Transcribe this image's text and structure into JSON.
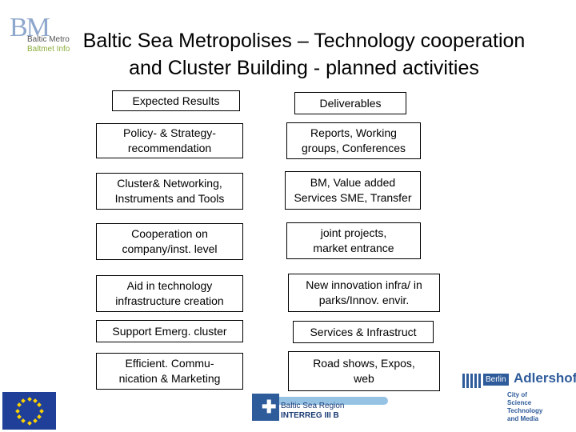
{
  "logo": {
    "mark": "BM",
    "line1": "Baltic Metro",
    "line2": "Baltmet Info",
    "color": "#8ea7cc"
  },
  "title": {
    "line1": "Baltic Sea Metropolises – Technology cooperation",
    "line2": "and Cluster Building - planned activities"
  },
  "headers": {
    "left": "Expected Results",
    "right": "Deliverables"
  },
  "rows": [
    {
      "result_line1": "Policy- & Strategy-",
      "result_line2": "recommendation",
      "deliverable_line1": "Reports, Working",
      "deliverable_line2": "groups, Conferences"
    },
    {
      "result_line1": "Cluster& Networking,",
      "result_line2": "Instruments and Tools",
      "deliverable_line1": "BM, Value added",
      "deliverable_line2": "Services SME, Transfer"
    },
    {
      "result_line1": "Cooperation  on",
      "result_line2": "company/inst. level",
      "deliverable_line1": "joint projects,",
      "deliverable_line2": "market entrance"
    },
    {
      "result_line1": "Aid in technology",
      "result_line2": "infrastructure creation",
      "deliverable_line1": "New innovation infra/ in",
      "deliverable_line2": "parks/Innov. envir."
    },
    {
      "result_line1": "Support Emerg. cluster",
      "result_line2": "",
      "deliverable_line1": "Services & Infrastruct",
      "deliverable_line2": ""
    },
    {
      "result_line1": "Efficient. Commu-",
      "result_line2": "nication & Marketing",
      "deliverable_line1": "Road shows, Expos,",
      "deliverable_line2": "web"
    }
  ],
  "footer": {
    "interreg_line1": "Baltic Sea Region",
    "interreg_line2": "INTERREG III B",
    "adlershof_badge": "Berlin",
    "adlershof_name": "Adlershof",
    "adlershof_sub1": "City of",
    "adlershof_sub2": "Science",
    "adlershof_sub3": "Technology",
    "adlershof_sub4": "and Media",
    "eu_flag_color": "#1f3f99",
    "eu_star_color": "#ffd200"
  }
}
